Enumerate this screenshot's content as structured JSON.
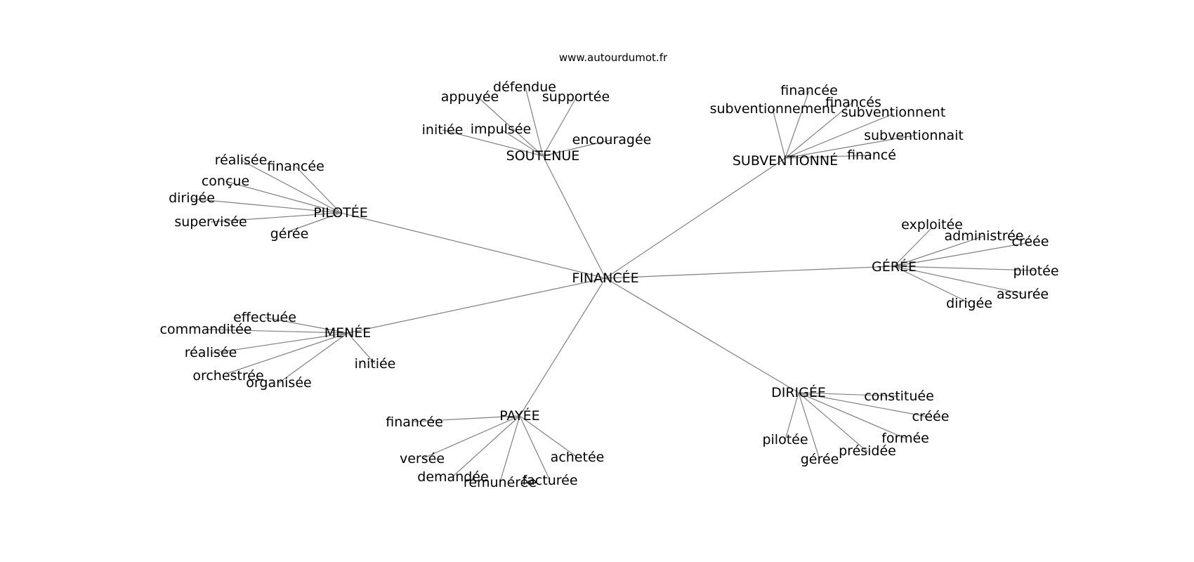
{
  "source": "www.autourdumot.fr",
  "center": "FINANCÉE",
  "clusters": [
    {
      "hub": "SOUTENUE",
      "leaves": [
        "appuyée",
        "défendue",
        "supportée",
        "initiée",
        "impulsée",
        "encouragée"
      ]
    },
    {
      "hub": "SUBVENTIONNÉ",
      "leaves": [
        "financée",
        "financés",
        "subventionnement",
        "subventionnent",
        "subventionnait",
        "financé"
      ]
    },
    {
      "hub": "PILOTÉE",
      "leaves": [
        "réalisée",
        "financée",
        "conçue",
        "dirigée",
        "supervisée",
        "gérée"
      ]
    },
    {
      "hub": "GÉRÉE",
      "leaves": [
        "exploitée",
        "administrée",
        "créée",
        "pilotée",
        "assurée",
        "dirigée"
      ]
    },
    {
      "hub": "MENÉE",
      "leaves": [
        "effectuée",
        "commanditée",
        "réalisée",
        "orchestrée",
        "organisée",
        "initiée"
      ]
    },
    {
      "hub": "PAYÉE",
      "leaves": [
        "financée",
        "versée",
        "demandée",
        "rémunérée",
        "facturée",
        "achetée"
      ]
    },
    {
      "hub": "DIRIGÉE",
      "leaves": [
        "constituée",
        "créée",
        "formée",
        "présidée",
        "gérée",
        "pilotée"
      ]
    }
  ]
}
